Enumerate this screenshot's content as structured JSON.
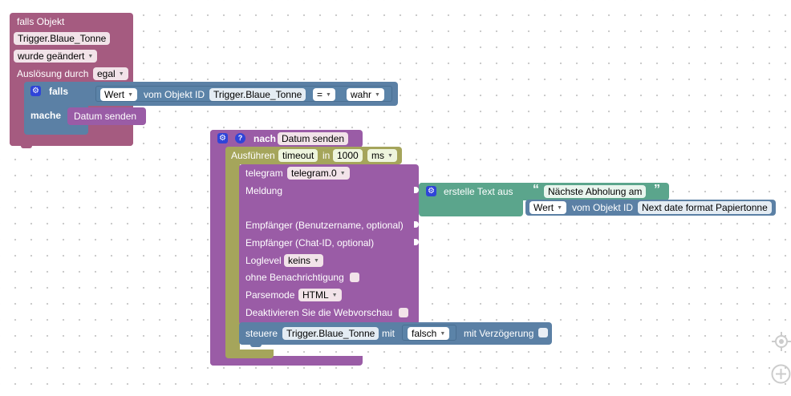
{
  "colors": {
    "event_block": "#a55b80",
    "logic_block": "#5b80a5",
    "function_block": "#9a5ca6",
    "timeout_block": "#a5a55b",
    "text_block": "#5ba58c"
  },
  "trigger_block": {
    "header": "falls Objekt",
    "object_id": "Trigger.Blaue_Tonne",
    "event": "wurde geändert",
    "trigger_label": "Auslösung durch",
    "trigger_value": "egal"
  },
  "if_block": {
    "if_label": "falls",
    "value_dropdown": "Wert",
    "of_object_label": "vom Objekt ID",
    "object_id": "Trigger.Blaue_Tonne",
    "operator": "=",
    "compare_value": "wahr",
    "then_label": "mache",
    "call_function": "Datum senden"
  },
  "function_block": {
    "to_label": "nach",
    "name": "Datum senden"
  },
  "timeout_block": {
    "label": "Ausführen",
    "var_name": "timeout",
    "in_label": "in",
    "delay": "1000",
    "unit": "ms"
  },
  "telegram_block": {
    "label": "telegram",
    "instance": "telegram.0",
    "message_label": "Meldung",
    "recipient_user_label": "Empfänger (Benutzername, optional)",
    "recipient_chat_label": "Empfänger (Chat-ID, optional)",
    "loglevel_label": "Loglevel",
    "loglevel_value": "keins",
    "silent_label": "ohne Benachrichtigung",
    "parsemode_label": "Parsemode",
    "parsemode_value": "HTML",
    "disable_preview_label": "Deaktivieren Sie die Webvorschau"
  },
  "text_join_block": {
    "label": "erstelle Text aus",
    "open_quote": "“",
    "text": "Nächste Abholung am",
    "close_quote": "”"
  },
  "value_block": {
    "value_dropdown": "Wert",
    "of_object_label": "vom Objekt ID",
    "object_id": "Next date format Papiertonne"
  },
  "control_block": {
    "label": "steuere",
    "object_id": "Trigger.Blaue_Tonne",
    "with_label": "mit",
    "value": "falsch",
    "delay_label": "mit Verzögerung"
  },
  "workspace": {
    "recenter_icon": "crosshair-icon",
    "zoom_in_icon": "zoom-in-icon",
    "dropdown_icon": "dropdown-arrow-icon",
    "settings_icon": "gear-icon",
    "help_icon": "help-icon"
  }
}
